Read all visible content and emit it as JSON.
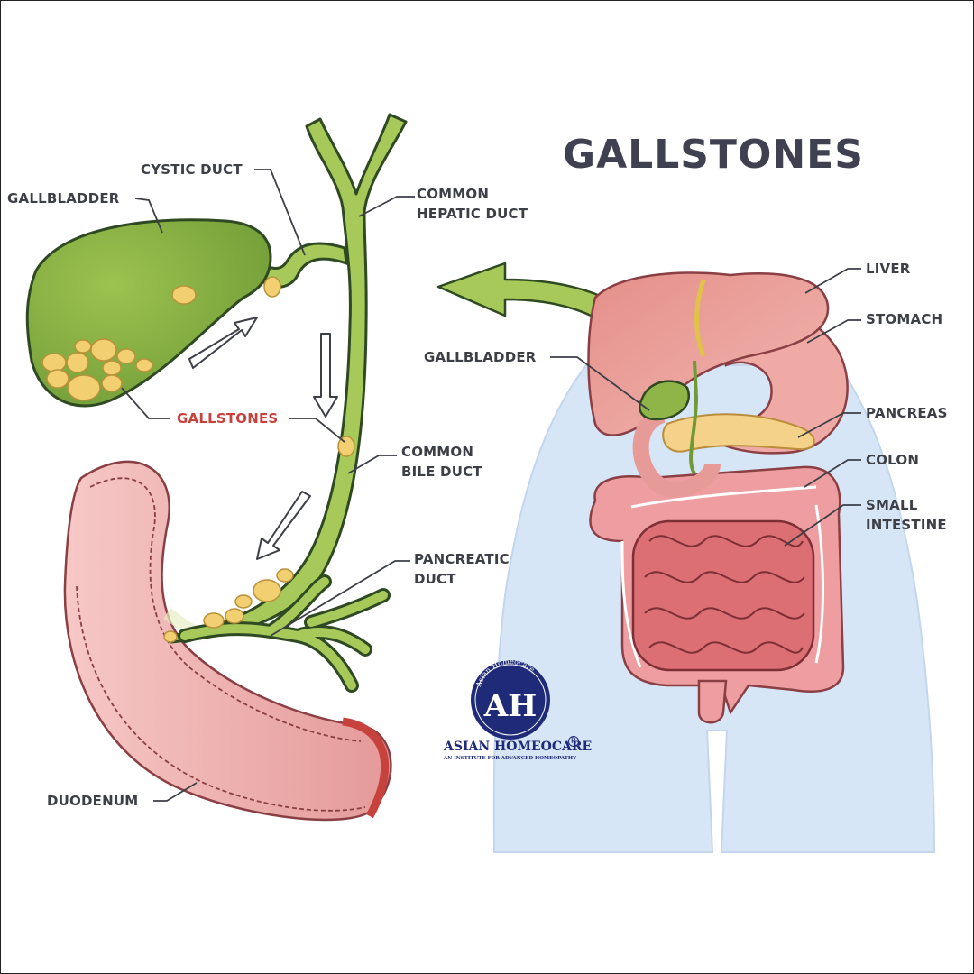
{
  "title": "GALLSTONES",
  "labels": {
    "cystic_duct": "CYSTIC DUCT",
    "gallbladder_left": "GALLBLADDER",
    "common_hepatic_duct": "COMMON\nHEPATIC DUCT",
    "gallstones": "GALLSTONES",
    "common_bile_duct": "COMMON\nBILE DUCT",
    "pancreatic_duct": "PANCREATIC\nDUCT",
    "duodenum": "DUODENUM",
    "liver": "LIVER",
    "stomach": "STOMACH",
    "gallbladder_right": "GALLBLADDER",
    "pancreas": "PANCREAS",
    "colon": "COLON",
    "small_intestine": "SMALL\nINTESTINE"
  },
  "logo": {
    "arc_text": "Asian Homeocare",
    "monogram": "AH",
    "brand": "ASIAN HOMEOCARE",
    "registered": "R",
    "tagline": "AN INSTITUTE FOR ADVANCED HOMEOPATHY"
  },
  "colors": {
    "duct_green": "#a6c95a",
    "gallbladder_green": "#8fb548",
    "outline": "#2f4a22",
    "stone_yellow": "#f2cf70",
    "duodenum_pink": "#eba1a0",
    "organ_pink": "#e9a09d",
    "body_blue": "#d7e6f6",
    "label_dark": "#3d3f47",
    "label_red": "#c8423d",
    "logo_navy": "#1f2a78"
  }
}
